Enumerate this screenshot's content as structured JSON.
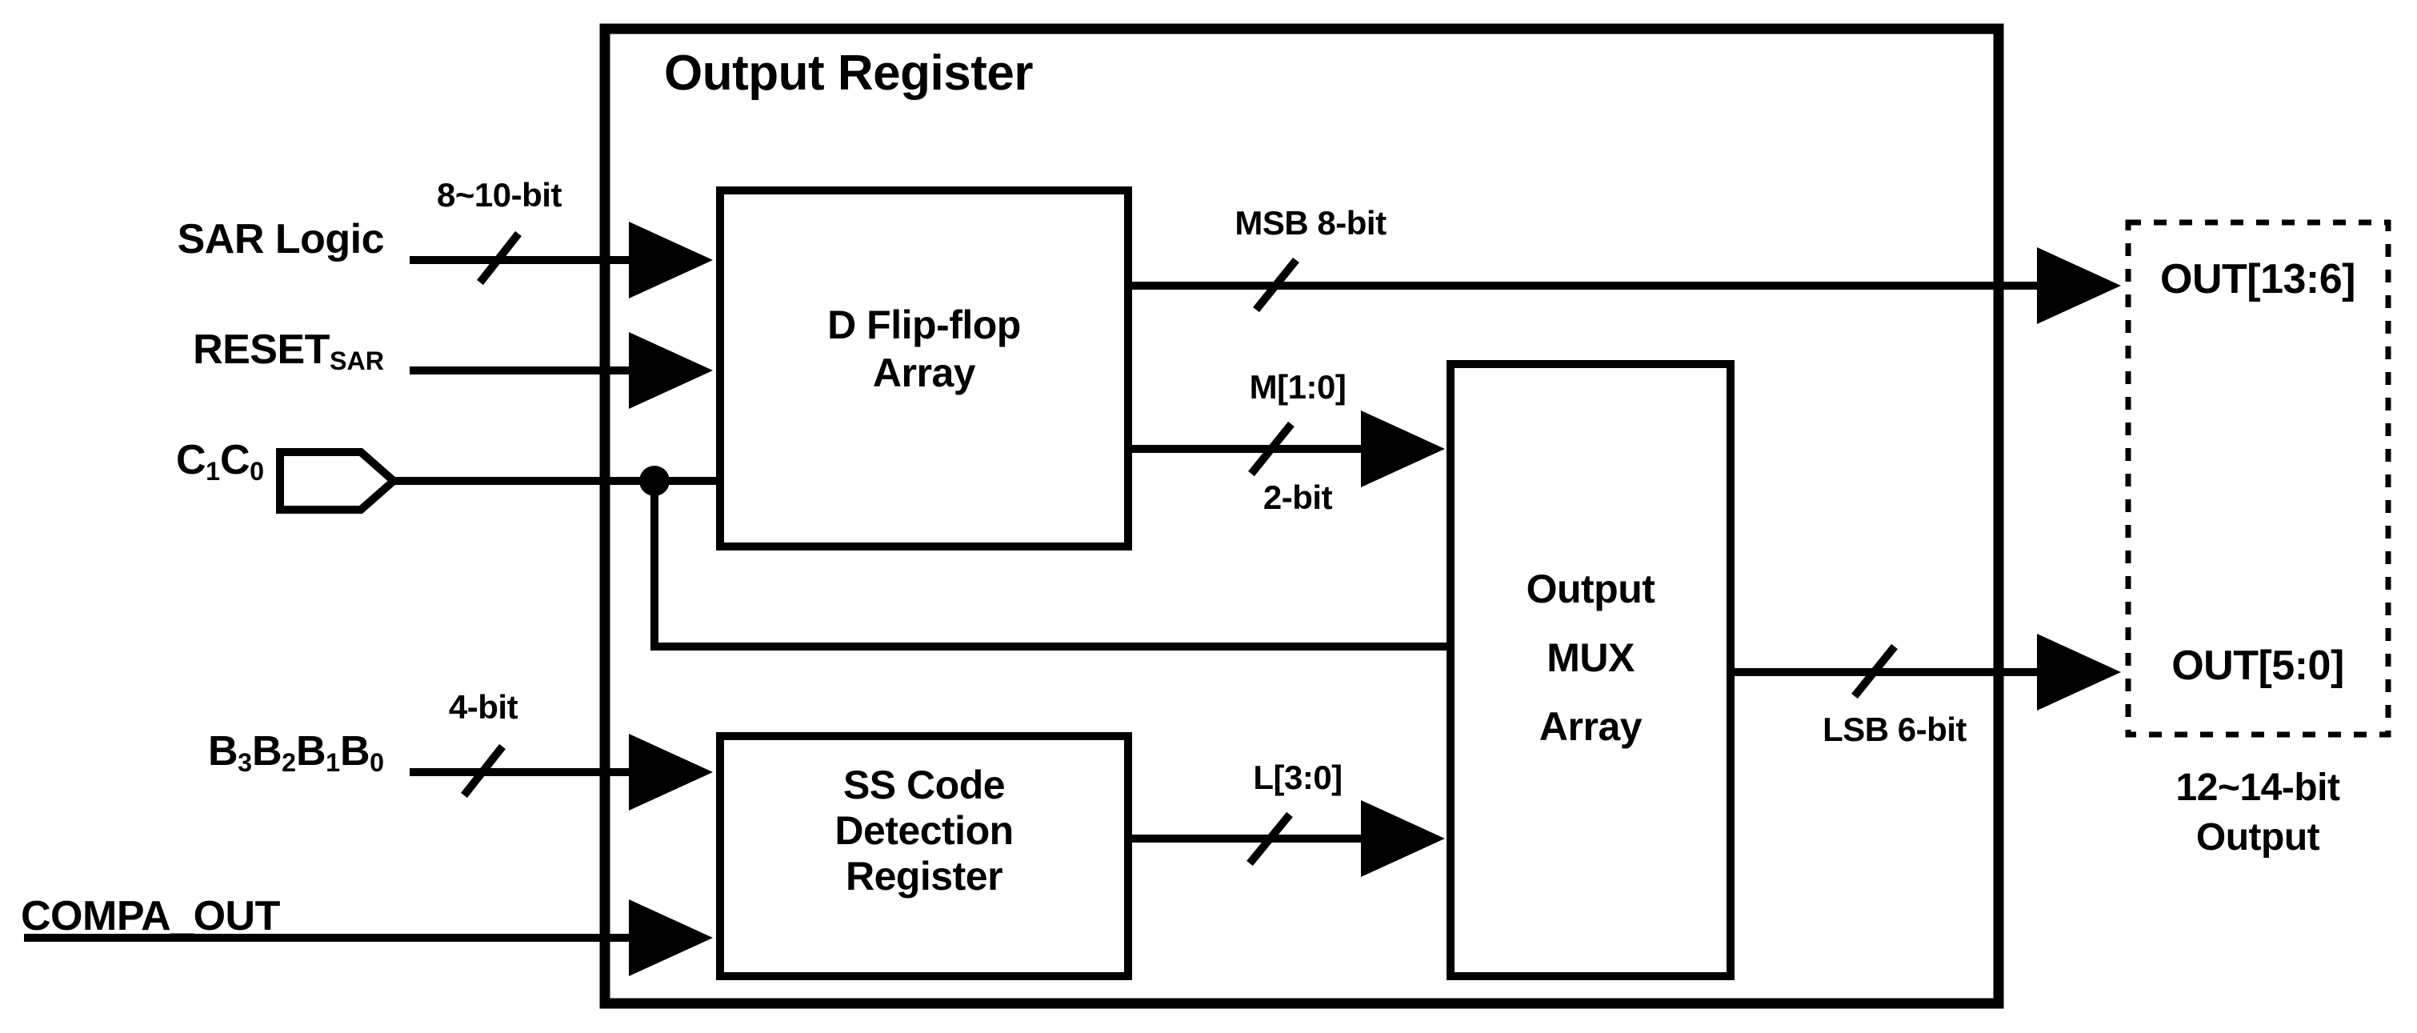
{
  "diagram": {
    "title": "Output Register",
    "outer_block": {
      "label": "Output Register",
      "border_style": "solid",
      "color": "#000000"
    },
    "inputs": [
      {
        "name": "sar-logic",
        "label": "SAR Logic",
        "bus_label": "8~10-bit",
        "bus_label_position": "above",
        "has_slash": true,
        "arrow": true
      },
      {
        "name": "reset-sar",
        "label": "RESET",
        "subscript": "SAR",
        "bus_label": "",
        "has_slash": false,
        "arrow": true
      },
      {
        "name": "c1c0",
        "label": "C",
        "subscript": "1",
        "label2": "C",
        "subscript2": "0",
        "bus_label": "",
        "has_slash": false,
        "arrow": false,
        "shape": "pentagon-tag"
      },
      {
        "name": "b3b2b1b0",
        "label": "B",
        "subscript": "3",
        "bus_label": "4-bit",
        "bus_label_position": "above",
        "has_slash": true,
        "arrow": true
      },
      {
        "name": "compa-out",
        "label": "COMPA_OUT",
        "bus_label": "",
        "has_slash": false,
        "arrow": true
      }
    ],
    "input_labels": {
      "sar_logic": "SAR Logic",
      "reset_sar_main": "RESET",
      "reset_sar_sub": "SAR",
      "c1c0_parts": [
        "C",
        "1",
        "C",
        "0"
      ],
      "b_parts": [
        "B",
        "3",
        "B",
        "2",
        "B",
        "1",
        "B",
        "0"
      ],
      "compa_out": "COMPA_OUT"
    },
    "blocks": [
      {
        "name": "d-flip-flop-array",
        "lines": [
          "D Flip-flop",
          "Array"
        ]
      },
      {
        "name": "ss-code-detection-register",
        "lines": [
          "SS Code",
          "Detection",
          "Register"
        ]
      },
      {
        "name": "output-mux-array",
        "lines": [
          "Output",
          "MUX",
          "Array"
        ]
      }
    ],
    "block_labels": {
      "dff_line1": "D Flip-flop",
      "dff_line2": "Array",
      "ss_line1": "SS Code",
      "ss_line2": "Detection",
      "ss_line3": "Register",
      "mux_line1": "Output",
      "mux_line2": "MUX",
      "mux_line3": "Array"
    },
    "bus_labels": {
      "sar_in": "8~10-bit",
      "msb": "MSB 8-bit",
      "m_bus": "M[1:0]",
      "m_width": "2-bit",
      "b_in": "4-bit",
      "l_bus": "L[3:0]",
      "lsb": "LSB 6-bit"
    },
    "outputs": {
      "box_border_style": "dashed",
      "upper": "OUT[13:6]",
      "lower": "OUT[5:0]",
      "caption_line1": "12~14-bit",
      "caption_line2": "Output"
    },
    "colors": {
      "stroke": "#000000",
      "background": "#ffffff",
      "text": "#000000"
    }
  }
}
